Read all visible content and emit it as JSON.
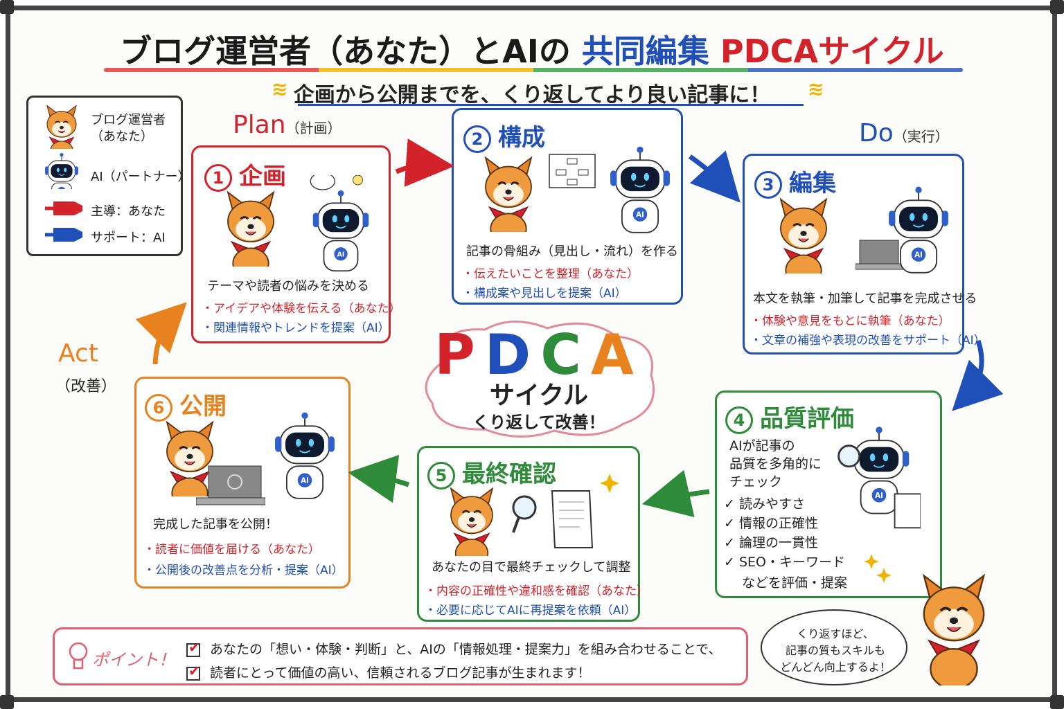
{
  "title": {
    "part1": "ブログ運営者（あなた）とAIの",
    "part2": "共同編集",
    "part3": "PDCAサイクル"
  },
  "subtitle": "企画から公開までを、くり返してより良い記事に！",
  "legend": {
    "owner": "ブログ運営者\n（あなた）",
    "owner_l1": "ブログ運営者",
    "owner_l2": "（あなた）",
    "ai": "AI（パートナー）",
    "lead": "主導：あなた",
    "support": "サポート：AI"
  },
  "phases": {
    "plan": {
      "label": "Plan",
      "sub": "（計画）"
    },
    "do": {
      "label": "Do",
      "sub": "（実行）"
    },
    "act": {
      "label": "Act",
      "sub": "（改善）"
    }
  },
  "steps": [
    {
      "num": "1",
      "title": "企画",
      "desc": "テーマや読者の悩みを決める",
      "you": "・アイデアや体験を伝える（あなた）",
      "ai": "・関連情報やトレンドを提案（AI）"
    },
    {
      "num": "2",
      "title": "構成",
      "desc": "記事の骨組み（見出し・流れ）を作る",
      "you": "・伝えたいことを整理（あなた）",
      "ai": "・構成案や見出しを提案（AI）"
    },
    {
      "num": "3",
      "title": "編集",
      "desc": "本文を執筆・加筆して記事を完成させる",
      "you": "・体験や意見をもとに執筆（あなた）",
      "ai": "・文章の補強や表現の改善をサポート（AI）"
    },
    {
      "num": "4",
      "title": "品質評価",
      "desc1": "AIが記事の",
      "desc2": "品質を多角的に",
      "desc3": "チェック",
      "checks": [
        "✓ 読みやすさ",
        "✓ 情報の正確性",
        "✓ 論理の一貫性",
        "✓ SEO・キーワード"
      ],
      "tail": "などを評価・提案"
    },
    {
      "num": "5",
      "title": "最終確認",
      "desc": "あなたの目で最終チェックして調整",
      "you": "・内容の正確性や違和感を確認（あなた）",
      "ai": "・必要に応じてAIに再提案を依頼（AI）"
    },
    {
      "num": "6",
      "title": "公開",
      "desc": "完成した記事を公開！",
      "you": "・読者に価値を届ける（あなた）",
      "ai": "・公開後の改善点を分析・提案（AI）"
    }
  ],
  "center": {
    "letters": [
      "P",
      "D",
      "C",
      "A"
    ],
    "line1": "サイクル",
    "line2": "くり返して改善！"
  },
  "point": {
    "label": "ポイント！",
    "line1": "あなたの「想い・体験・判断」と、AIの「情報処理・提案力」を組み合わせることで、",
    "line2": "読者にとって価値の高い、信頼されるブログ記事が生まれます！"
  },
  "bubble": {
    "line1": "くり返すほど、",
    "line2": "記事の質もスキルも",
    "line3": "どんどん向上するよ！"
  },
  "robot_badge": "AI",
  "colors": {
    "plan": "#d2232a",
    "do": "#1f4fb8",
    "check": "#2e8b3a",
    "act": "#e8821e"
  },
  "icons": [
    "shiba-dog-icon",
    "robot-icon",
    "lightbulb-icon",
    "laptop-icon",
    "magnifier-icon",
    "clipboard-icon",
    "flowchart-icon",
    "document-icon",
    "sparkle-icon",
    "globe-icon"
  ]
}
